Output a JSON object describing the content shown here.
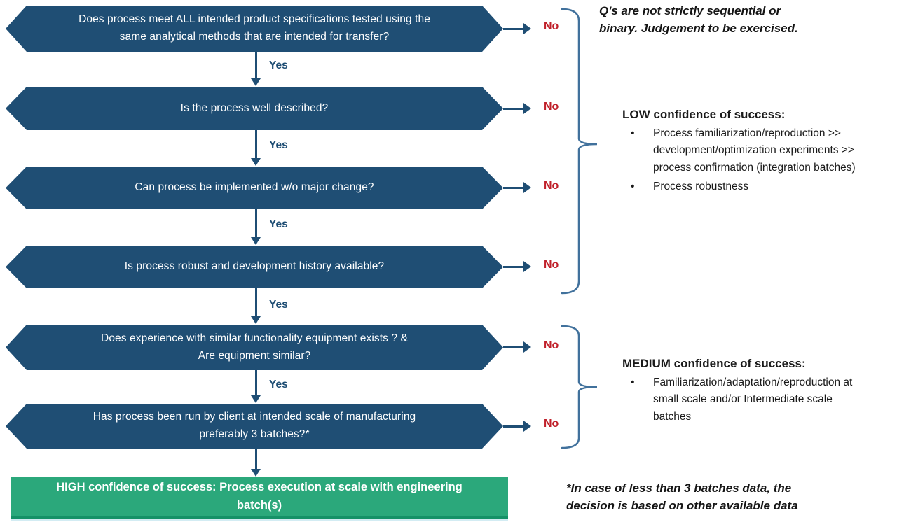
{
  "palette": {
    "box_blue": "#1F4E74",
    "arrow_blue": "#1F4E74",
    "brace_blue": "#41719C",
    "no_red": "#C0202A",
    "result_green": "#2BA87B",
    "text_white": "#FFFFFF",
    "text_black": "#1A1A1A"
  },
  "flow": {
    "yes_label": "Yes",
    "no_label": "No",
    "bullet_char": "•",
    "boxes": [
      {
        "text": "Does process meet ALL intended product specifications tested using the\nsame analytical methods that are intended for transfer?"
      },
      {
        "text": "Is the process well described?"
      },
      {
        "text": "Can process be implemented w/o major change?"
      },
      {
        "text": "Is process robust and development history available?"
      },
      {
        "text": "Does experience with similar functionality equipment exists ? &\nAre equipment similar?"
      },
      {
        "text": "Has process been run by client at intended scale of manufacturing\npreferably 3 batches?*"
      }
    ],
    "result": {
      "text": "HIGH confidence of success: Process execution at scale with engineering\nbatch(s)"
    }
  },
  "notes": {
    "top_note": "Q's are not strictly sequential or\nbinary. Judgement to be exercised.",
    "low": {
      "title": "LOW confidence of success:",
      "bullets": [
        "Process familiarization/reproduction >>\ndevelopment/optimization experiments >>\nprocess confirmation (integration batches)",
        "Process robustness"
      ]
    },
    "medium": {
      "title": "MEDIUM confidence of success:",
      "bullets": [
        "Familiarization/adaptation/reproduction at\nsmall scale and/or Intermediate scale\nbatches"
      ]
    },
    "footnote": "*In case of less than 3 batches data, the\ndecision is based on other available data"
  }
}
